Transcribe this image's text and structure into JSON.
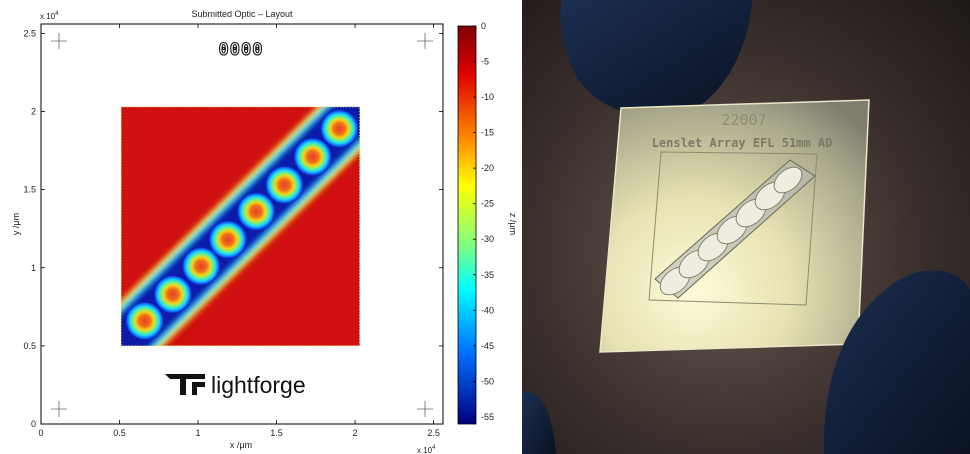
{
  "plot": {
    "title": "Submitted Optic – Layout",
    "xlabel": "x /μm",
    "ylabel": "y /μm",
    "zlabel": "z /μm",
    "x_exponent": "x 10",
    "x_exponent_power": "4",
    "y_exponent": "x 10",
    "y_exponent_power": "4",
    "x_ticks": [
      "0",
      "0.5",
      "1",
      "1.5",
      "2",
      "2.5"
    ],
    "y_ticks": [
      "0",
      "0.5",
      "1",
      "1.5",
      "2",
      "2.5"
    ],
    "colorbar_ticks": [
      "0",
      "-5",
      "-10",
      "-15",
      "-20",
      "-25",
      "-30",
      "-35",
      "-40",
      "-45",
      "-50",
      "-55"
    ],
    "engraved_id": "0000",
    "brand": "lightforge",
    "colors": {
      "surface_red": "#d01010",
      "channel_blue": "#0a1aa8",
      "lens_center": "#e05a1a"
    }
  },
  "chart_data": {
    "type": "heatmap",
    "title": "Submitted Optic – Layout",
    "xlabel": "x /μm",
    "ylabel": "y /μm",
    "colorbar_label": "z /μm",
    "xlim": [
      0,
      25600
    ],
    "ylim": [
      0,
      25600
    ],
    "zlim": [
      -56,
      0
    ],
    "colorbar_range": [
      -56,
      0
    ],
    "substrate_region": {
      "x": [
        5100,
        20300
      ],
      "y": [
        5000,
        20300
      ]
    },
    "lenslet_centers_um": [
      [
        6600,
        6600
      ],
      [
        8400,
        8300
      ],
      [
        10200,
        10100
      ],
      [
        11900,
        11800
      ],
      [
        13700,
        13600
      ],
      [
        15500,
        15300
      ],
      [
        17300,
        17100
      ],
      [
        19000,
        18900
      ]
    ],
    "lenslet_count": 8
  },
  "photo": {
    "engraved_number": "22007",
    "engraved_text": "Lenslet Array EFL 51mm AD"
  }
}
